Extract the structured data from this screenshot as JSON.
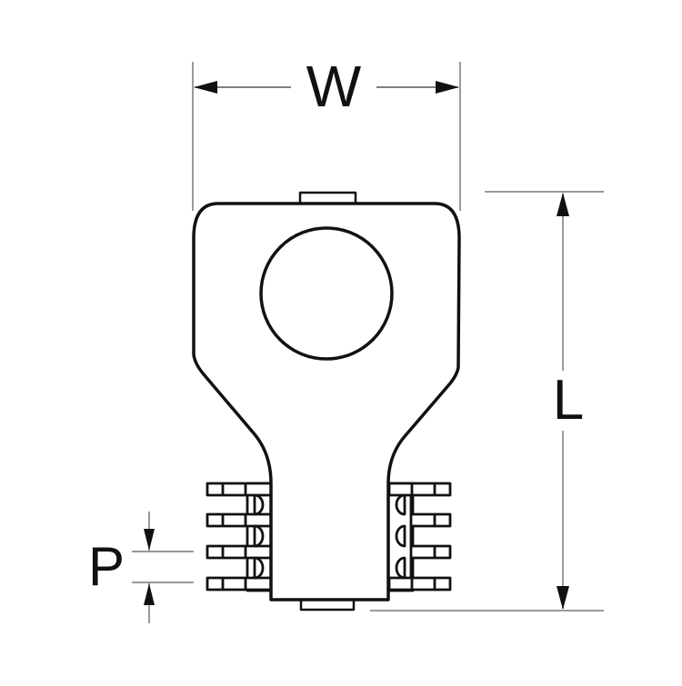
{
  "diagram": {
    "subject": "ring terminal (crimp lug) with serrated barrel",
    "dimensions": {
      "width": {
        "label": "W"
      },
      "length": {
        "label": "L"
      },
      "pitch": {
        "label": "P"
      }
    },
    "colors": {
      "outline": "#111111",
      "dimension_line": "#9a9a9a",
      "arrowhead": "#111111",
      "background": "#ffffff"
    }
  }
}
